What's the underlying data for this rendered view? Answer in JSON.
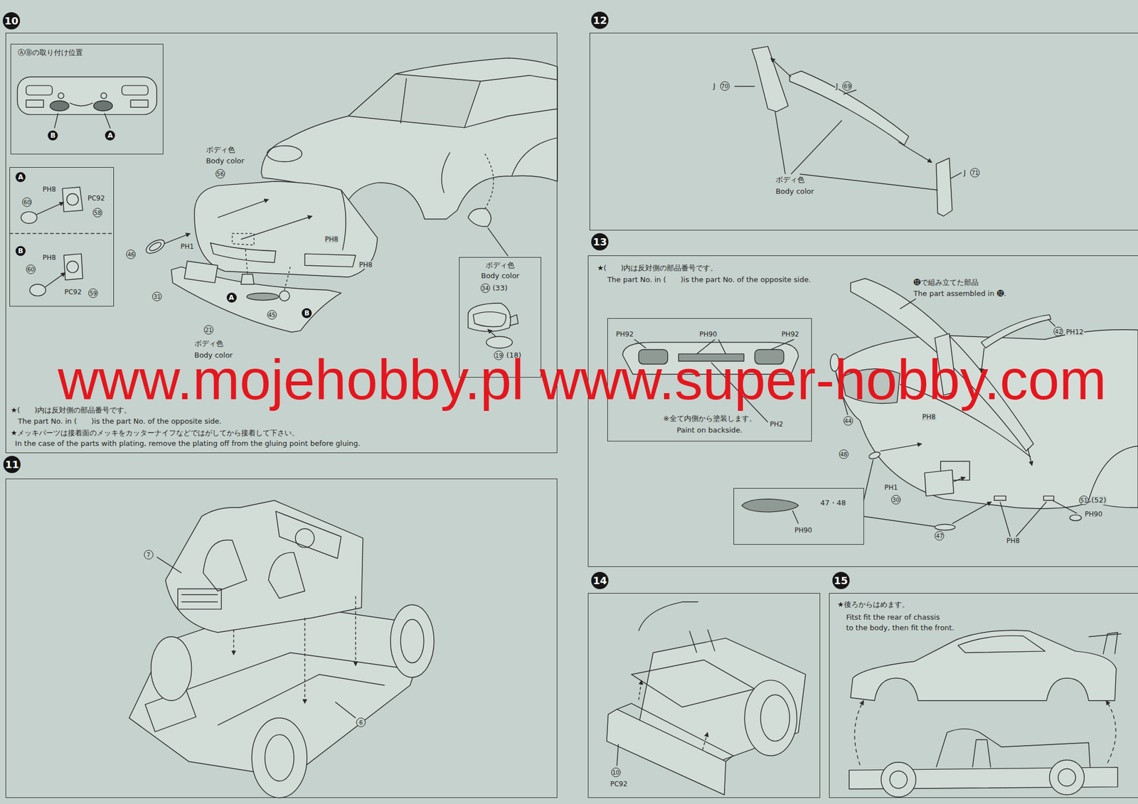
{
  "diagram": {
    "nodes": [
      {
        "text": [
          "10"
        ]
      },
      {
        "text": [
          "ⒶⒷの取り付け位置"
        ],
        "in": 0
      },
      {
        "text": [
          "A",
          "B"
        ],
        "in": 0
      },
      {
        "text": [
          "ボディ色",
          "Body color"
        ],
        "in": 0
      },
      {
        "text": [
          "11"
        ]
      },
      {
        "text": [
          "12"
        ]
      },
      {
        "text": [
          "13"
        ]
      },
      {
        "text": [
          "※全て内側から塗装します。",
          "Paint on backside."
        ],
        "in": 6
      },
      {
        "text": [
          "47・48"
        ],
        "in": 6
      },
      {
        "text": [
          "14"
        ]
      },
      {
        "text": [
          "15"
        ]
      }
    ],
    "labels": [
      "B",
      "A",
      "PH8",
      "PC92",
      "60",
      "58",
      "PH8",
      "60",
      "PC92",
      "59",
      "ボディ色",
      "Body color",
      "56",
      "46",
      "PH1",
      "PH8",
      "PH8",
      "31",
      "A",
      "45",
      "B",
      "21",
      "ボディ色",
      "Body color",
      "34",
      "(33)",
      "19",
      "(18)",
      "★(　　)内は反対側の部品番号です。",
      "The part No. in (　　)is the part No. of the opposite side.",
      "★メッキパーツは接着面のメッキをカッターナイフなどではがしてから接着して下さい。",
      "In the case of the parts with plating, remove the plating off from the gluing point before gluing.",
      "7",
      "6",
      "J",
      "70",
      "J",
      "69",
      "J",
      "71",
      "ボディ色",
      "Body color",
      "★(　　)内は反対側の部品番号です。",
      "The part No. in (　　)is the part No. of the opposite side.",
      "⓬で組み立てた部品",
      "The part assembled in ⓬.",
      "42",
      "PH12",
      "PH92",
      "PH90",
      "PH92",
      "PH2",
      "PH8",
      "44",
      "48",
      "PH1",
      "30",
      "PH90",
      "47",
      "PH8",
      "51",
      "(52)",
      "PH90",
      "10",
      "PC92",
      "★後ろからはめます。",
      "Fitst fit the rear of chassis",
      "to the body, then fit the front.",
      "www.mojehobby.pl www.super-hobby.com"
    ]
  }
}
